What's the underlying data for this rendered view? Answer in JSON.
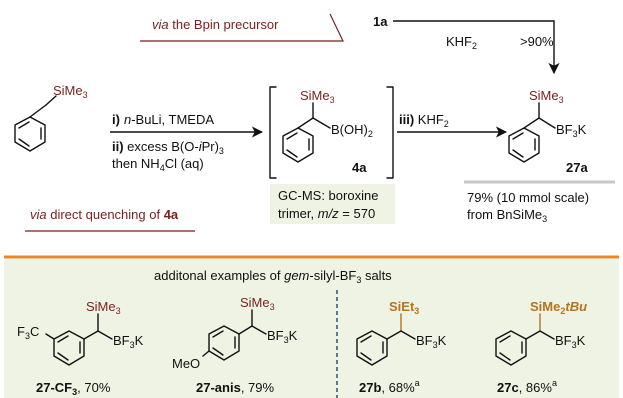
{
  "colors": {
    "maroon": "#7a1f1f",
    "gold": "#b8731e",
    "panel_bg": "#eef3e3",
    "orange_rule": "#e8872c",
    "gray_rule": "#c8c8c8",
    "dash_blue": "#3a5a78"
  },
  "top": {
    "via_bpin_prefix": "via",
    "via_bpin_rest": " the Bpin precursor",
    "compound_1a": "1a",
    "khf2_top": "KHF",
    "khf2_top_sub": "2",
    "yield_top": ">90%"
  },
  "left": {
    "sime3": "SiMe",
    "sime3_sub": "3",
    "step_i_num": "i)",
    "step_i_nbu": "n",
    "step_i_rest": "-BuLi, TMEDA",
    "step_ii_num": "ii)",
    "step_ii_rest1": " excess B(O-",
    "step_ii_ipr": "i",
    "step_ii_rest2": "Pr)",
    "step_ii_sub": "3",
    "step_ii_line2": "then NH",
    "step_ii_line2_sub": "4",
    "step_ii_line2_rest": "Cl (aq)",
    "via_direct_prefix": "via",
    "via_direct_rest": " direct quenching of ",
    "via_direct_cmpd": "4a"
  },
  "middle": {
    "sime3": "SiMe",
    "sime3_sub": "3",
    "boh2": "B(OH)",
    "boh2_sub": "2",
    "label": "4a",
    "gcms_line1": "GC-MS: boroxine",
    "gcms_line2_a": "trimer, ",
    "gcms_line2_mz": "m/z",
    "gcms_line2_b": " = 570",
    "step_iii_num": "iii)",
    "step_iii_rest": " KHF",
    "step_iii_sub": "2"
  },
  "right": {
    "sime3": "SiMe",
    "sime3_sub": "3",
    "bf3k": "BF",
    "bf3k_sub": "3",
    "bf3k_k": "K",
    "label": "27a",
    "yield_line1": "79% (10 mmol scale)",
    "yield_line2": "from BnSiMe",
    "yield_line2_sub": "3"
  },
  "examples": {
    "header_a": "additonal examples of ",
    "header_gem": "gem",
    "header_b": "-silyl-BF",
    "header_sub": "3",
    "header_c": " salts",
    "items": [
      {
        "label_main": "27-CF",
        "label_sub": "3",
        "label_yield": ", 70%",
        "label_sup": "",
        "substituent": "F",
        "substituent_sub": "3",
        "substituent_c": "C",
        "silyl": "SiMe",
        "silyl_sub": "3",
        "silyl_rest": ""
      },
      {
        "label_main": "27-anis",
        "label_sub": "",
        "label_yield": ", 79%",
        "label_sup": "",
        "substituent": "MeO",
        "substituent_sub": "",
        "substituent_c": "",
        "silyl": "SiMe",
        "silyl_sub": "3",
        "silyl_rest": ""
      },
      {
        "label_main": "27b",
        "label_sub": "",
        "label_yield": ", 68%",
        "label_sup": "a",
        "substituent": "",
        "substituent_sub": "",
        "substituent_c": "",
        "silyl": "SiEt",
        "silyl_sub": "3",
        "silyl_rest": ""
      },
      {
        "label_main": "27c",
        "label_sub": "",
        "label_yield": ", 86%",
        "label_sup": "a",
        "substituent": "",
        "substituent_sub": "",
        "substituent_c": "",
        "silyl": "SiMe",
        "silyl_sub": "2",
        "silyl_rest": "tBu"
      }
    ],
    "bf3k": "BF",
    "bf3k_sub": "3",
    "bf3k_k": "K"
  }
}
